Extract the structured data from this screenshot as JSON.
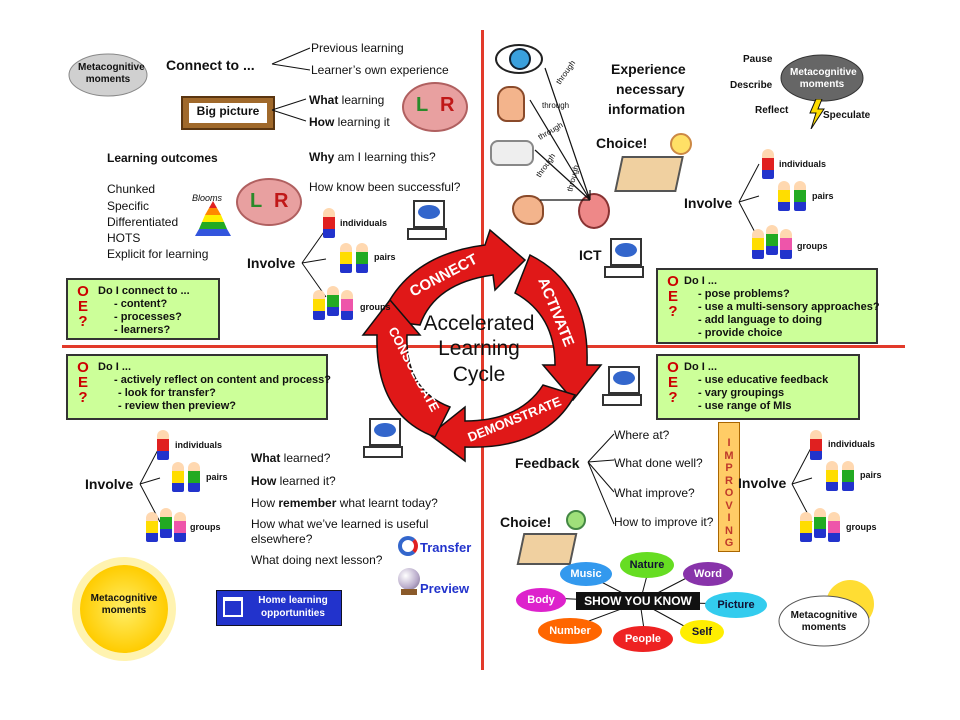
{
  "center": {
    "l1": "Accelerated",
    "l2": "Learning",
    "l3": "Cycle"
  },
  "arrows": {
    "connect": "CONNECT",
    "activate": "ACTIVATE",
    "demonstrate": "DEMONSTRATE",
    "consolidate": "CONSOLIDATE"
  },
  "q1": {
    "cloud": "Metacognitive moments",
    "connect_to": "Connect to ...",
    "previous": "Previous learning",
    "own_exp": "Learner’s own experience",
    "big_picture": "Big picture",
    "what_learning_b": "What",
    "what_learning": " learning",
    "how_learning_b": "How",
    "how_learning": " learning it",
    "outcomes": "Learning outcomes",
    "chunked": "Chunked",
    "specific": "Specific",
    "differentiated": "Differentiated",
    "hots": "HOTS",
    "explicit": "Explicit for learning",
    "blooms": "Blooms",
    "why_b": "Why",
    "why": " am I learning this?",
    "how_know": "How know been successful?",
    "involve": "Involve",
    "individuals": "individuals",
    "pairs": "pairs",
    "groups": "groups",
    "box_title": "Do I connect to ...",
    "box_l1": "- content?",
    "box_l2": "- processes?",
    "box_l3": "- learners?",
    "L": "L",
    "R": "R"
  },
  "q2": {
    "through": "through",
    "experience": "Experience",
    "necessary": "necessary",
    "information": "information",
    "pause": "Pause",
    "describe": "Describe",
    "reflect": "Reflect",
    "speculate": "Speculate",
    "cloud": "Metacognitive moments",
    "choice": "Choice!",
    "involve": "Involve",
    "individuals": "individuals",
    "pairs": "pairs",
    "groups": "groups",
    "ict": "ICT",
    "box_title": "Do I ...",
    "box_l1": "- pose problems?",
    "box_l2": "- use a multi-sensory approaches?",
    "box_l3": "- add language to doing",
    "box_l4": "- provide choice"
  },
  "q3": {
    "box_title": "Do I ...",
    "box_l1": "- actively reflect on content and process?",
    "box_l2": "- look for transfer?",
    "box_l3": "- review then preview?",
    "involve": "Involve",
    "individuals": "individuals",
    "pairs": "pairs",
    "groups": "groups",
    "what_b": "What",
    "what": " learned?",
    "how_b": "How",
    "how": " learned it?",
    "rem_a": "How ",
    "rem_b": "remember",
    "rem_c": " what learnt today?",
    "useful1": "How what we’ve learned is useful",
    "useful2": "elsewhere?",
    "next": "What doing next lesson?",
    "transfer": "Transfer",
    "preview": "Preview",
    "home": "Home learning opportunities",
    "sun": "Metacognitive moments"
  },
  "q4": {
    "box_title": "Do I ...",
    "box_l1": "- use educative feedback",
    "box_l2": "- vary groupings",
    "box_l3": "- use range of MIs",
    "improving": [
      "I",
      "M",
      "P",
      "R",
      "O",
      "V",
      "I",
      "N",
      "G"
    ],
    "feedback": "Feedback",
    "where": "Where at?",
    "done_well": "What done well?",
    "improve": "What improve?",
    "how_improve": "How to improve it?",
    "involve": "Involve",
    "individuals": "individuals",
    "pairs": "pairs",
    "groups": "groups",
    "choice": "Choice!",
    "show": "SHOW YOU KNOW",
    "music": "Music",
    "nature": "Nature",
    "word": "Word",
    "body": "Body",
    "picture": "Picture",
    "number": "Number",
    "people": "People",
    "self": "Self",
    "cloud": "Metacognitive moments"
  },
  "colors": {
    "red": "#e31b1b",
    "green_box": "#ccff99",
    "blue": "#2233cc"
  }
}
